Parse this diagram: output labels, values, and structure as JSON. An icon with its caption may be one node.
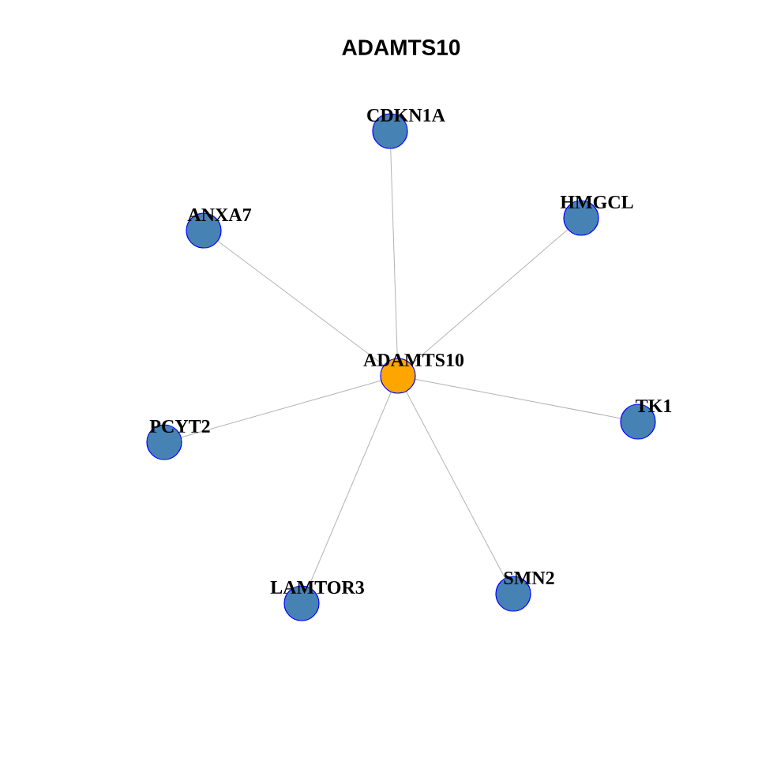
{
  "diagram": {
    "title": "ADAMTS10",
    "nodes": [
      {
        "text": [
          "CDKN1A"
        ]
      },
      {
        "text": [
          "ANXA7"
        ]
      },
      {
        "text": [
          "HMGCL"
        ]
      },
      {
        "text": [
          "ADAMTS10"
        ]
      },
      {
        "text": [
          "PCYT2"
        ]
      },
      {
        "text": [
          "TK1"
        ]
      },
      {
        "text": [
          "LAMTOR3"
        ]
      },
      {
        "text": [
          "SMN2"
        ]
      }
    ],
    "edges": [
      {
        "from": 3,
        "to": 0,
        "arrow": "none"
      },
      {
        "from": 3,
        "to": 1,
        "arrow": "none"
      },
      {
        "from": 3,
        "to": 2,
        "arrow": "none"
      },
      {
        "from": 3,
        "to": 4,
        "arrow": "none"
      },
      {
        "from": 3,
        "to": 5,
        "arrow": "none"
      },
      {
        "from": 3,
        "to": 6,
        "arrow": "none"
      },
      {
        "from": 3,
        "to": 7,
        "arrow": "none"
      }
    ]
  }
}
